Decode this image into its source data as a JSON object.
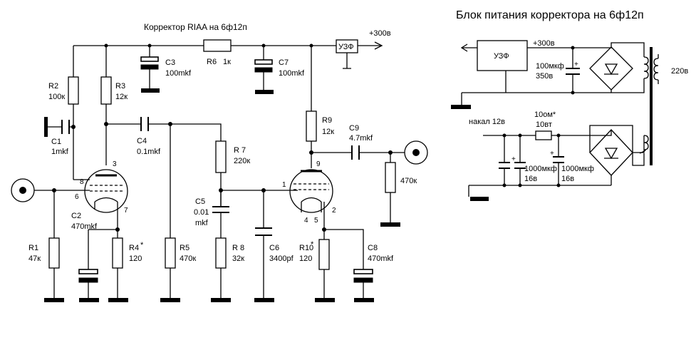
{
  "phono": {
    "title": "Корректор RIAA на 6ф12п",
    "supply": "+300в",
    "uzf": "УЗФ",
    "R2": {
      "ref": "R2",
      "val": "100к"
    },
    "R3": {
      "ref": "R3",
      "val": "12к"
    },
    "R6": {
      "ref": "R6",
      "val": "1к"
    },
    "C3": {
      "ref": "C3",
      "val": "100mkf"
    },
    "C7": {
      "ref": "C7",
      "val": "100mkf"
    },
    "C1": {
      "ref": "C1",
      "val": "1mkf"
    },
    "C4": {
      "ref": "C4",
      "val": "0.1mkf"
    },
    "R7": {
      "ref": "R 7",
      "val": "220к"
    },
    "R9": {
      "ref": "R9",
      "val": "12к"
    },
    "C9": {
      "ref": "C9",
      "val": "4.7mkf"
    },
    "Rout": {
      "val": "470к"
    },
    "C2": {
      "ref": "C2",
      "val": "470mkf"
    },
    "R1": {
      "ref": "R1",
      "val": "47к"
    },
    "R4": {
      "ref": "R4",
      "star": "*",
      "val": "120"
    },
    "R5": {
      "ref": "R5",
      "val": "470к"
    },
    "C5": {
      "ref": "C5",
      "val": "0.01",
      "unit": "mkf"
    },
    "R8": {
      "ref": "R 8",
      "val": "32к"
    },
    "C6": {
      "ref": "C6",
      "val": "3400pf"
    },
    "R10": {
      "ref": "R10",
      "star": "*",
      "val": "120"
    },
    "C8": {
      "ref": "C8",
      "val": "470mkf"
    },
    "pins1": {
      "p3": "3",
      "p8": "8",
      "p6": "6",
      "p7": "7"
    },
    "pins2": {
      "p9": "9",
      "p1": "1",
      "p4": "4",
      "p5": "5",
      "p2": "2"
    }
  },
  "psu": {
    "title": "Блок питания корректора на 6ф12п",
    "uzf": "УЗФ",
    "plus300": "+300в",
    "cap_main": "100мкф",
    "cap_main_v": "350в",
    "ac": "220в",
    "heater": "накал 12в",
    "res": "10ом*",
    "res_p": "10вт",
    "cap1": "1000мкф",
    "cap1_v": "16в",
    "cap2": "1000мкф",
    "cap2_v": "16в",
    "plus": "+"
  }
}
